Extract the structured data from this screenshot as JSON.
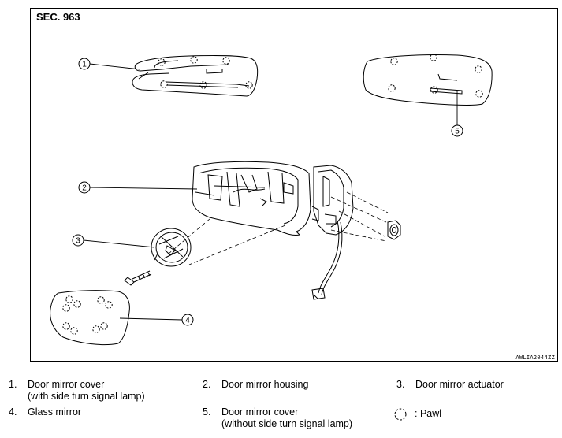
{
  "section": "SEC. 963",
  "figure_code": "AWLIA2044ZZ",
  "callouts": [
    "1",
    "2",
    "3",
    "4",
    "5"
  ],
  "legend": [
    {
      "num": "1.",
      "line1": "Door mirror cover",
      "line2": "(with side turn signal lamp)"
    },
    {
      "num": "2.",
      "line1": "Door mirror housing",
      "line2": ""
    },
    {
      "num": "3.",
      "line1": "Door mirror actuator",
      "line2": ""
    },
    {
      "num": "4.",
      "line1": "Glass mirror",
      "line2": ""
    },
    {
      "num": "5.",
      "line1": "Door mirror cover",
      "line2": "(without side turn signal lamp)"
    }
  ],
  "pawl_label": ": Pawl"
}
